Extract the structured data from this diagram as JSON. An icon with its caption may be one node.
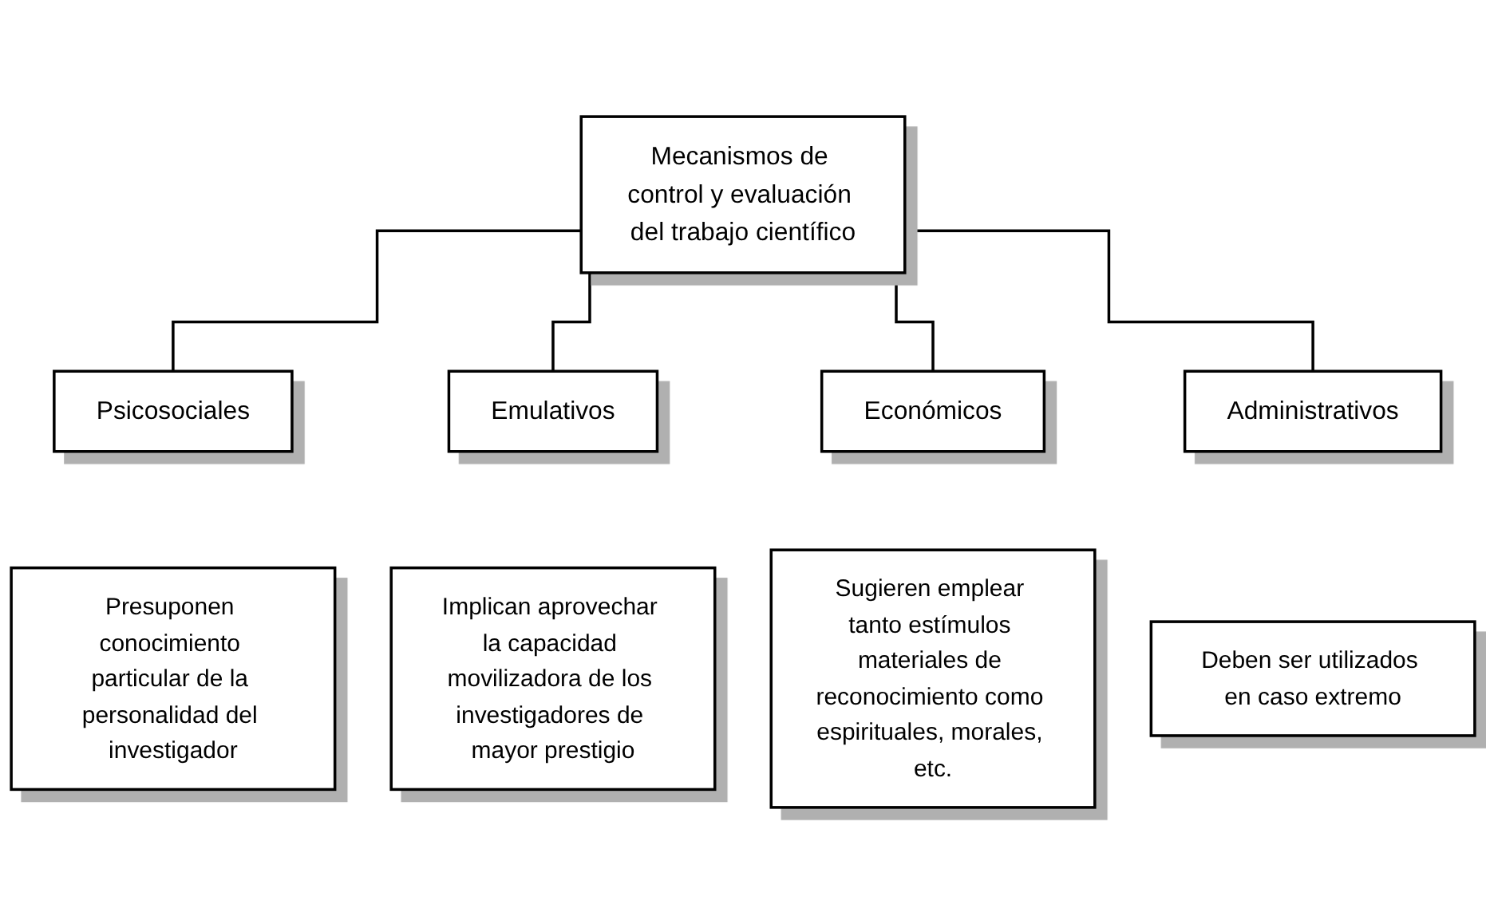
{
  "diagram": {
    "nodes": [
      {
        "text": [
          "Mecanismos de control y evaluación del trabajo científico"
        ]
      },
      {
        "text": [
          "Psicosociales"
        ]
      },
      {
        "text": [
          "Emulativos"
        ]
      },
      {
        "text": [
          "Económicos"
        ]
      },
      {
        "text": [
          "Administrativos"
        ]
      },
      {
        "text": [
          "Presuponen conocimiento particular de la personalidad del investigador"
        ]
      },
      {
        "text": [
          "Implican aprovechar la capacidad movilizadora de los investigadores de mayor prestigio"
        ]
      },
      {
        "text": [
          "Sugieren emplear tanto estímulos materiales de reconocimiento como espirituales, morales, etc."
        ]
      },
      {
        "text": [
          "Deben ser utilizados en caso extremo"
        ]
      }
    ],
    "edges": [
      {
        "from": 0,
        "to": 1,
        "arrow": "none"
      },
      {
        "from": 0,
        "to": 2,
        "arrow": "none"
      },
      {
        "from": 0,
        "to": 3,
        "arrow": "none"
      },
      {
        "from": 0,
        "to": 4,
        "arrow": "none"
      }
    ]
  }
}
